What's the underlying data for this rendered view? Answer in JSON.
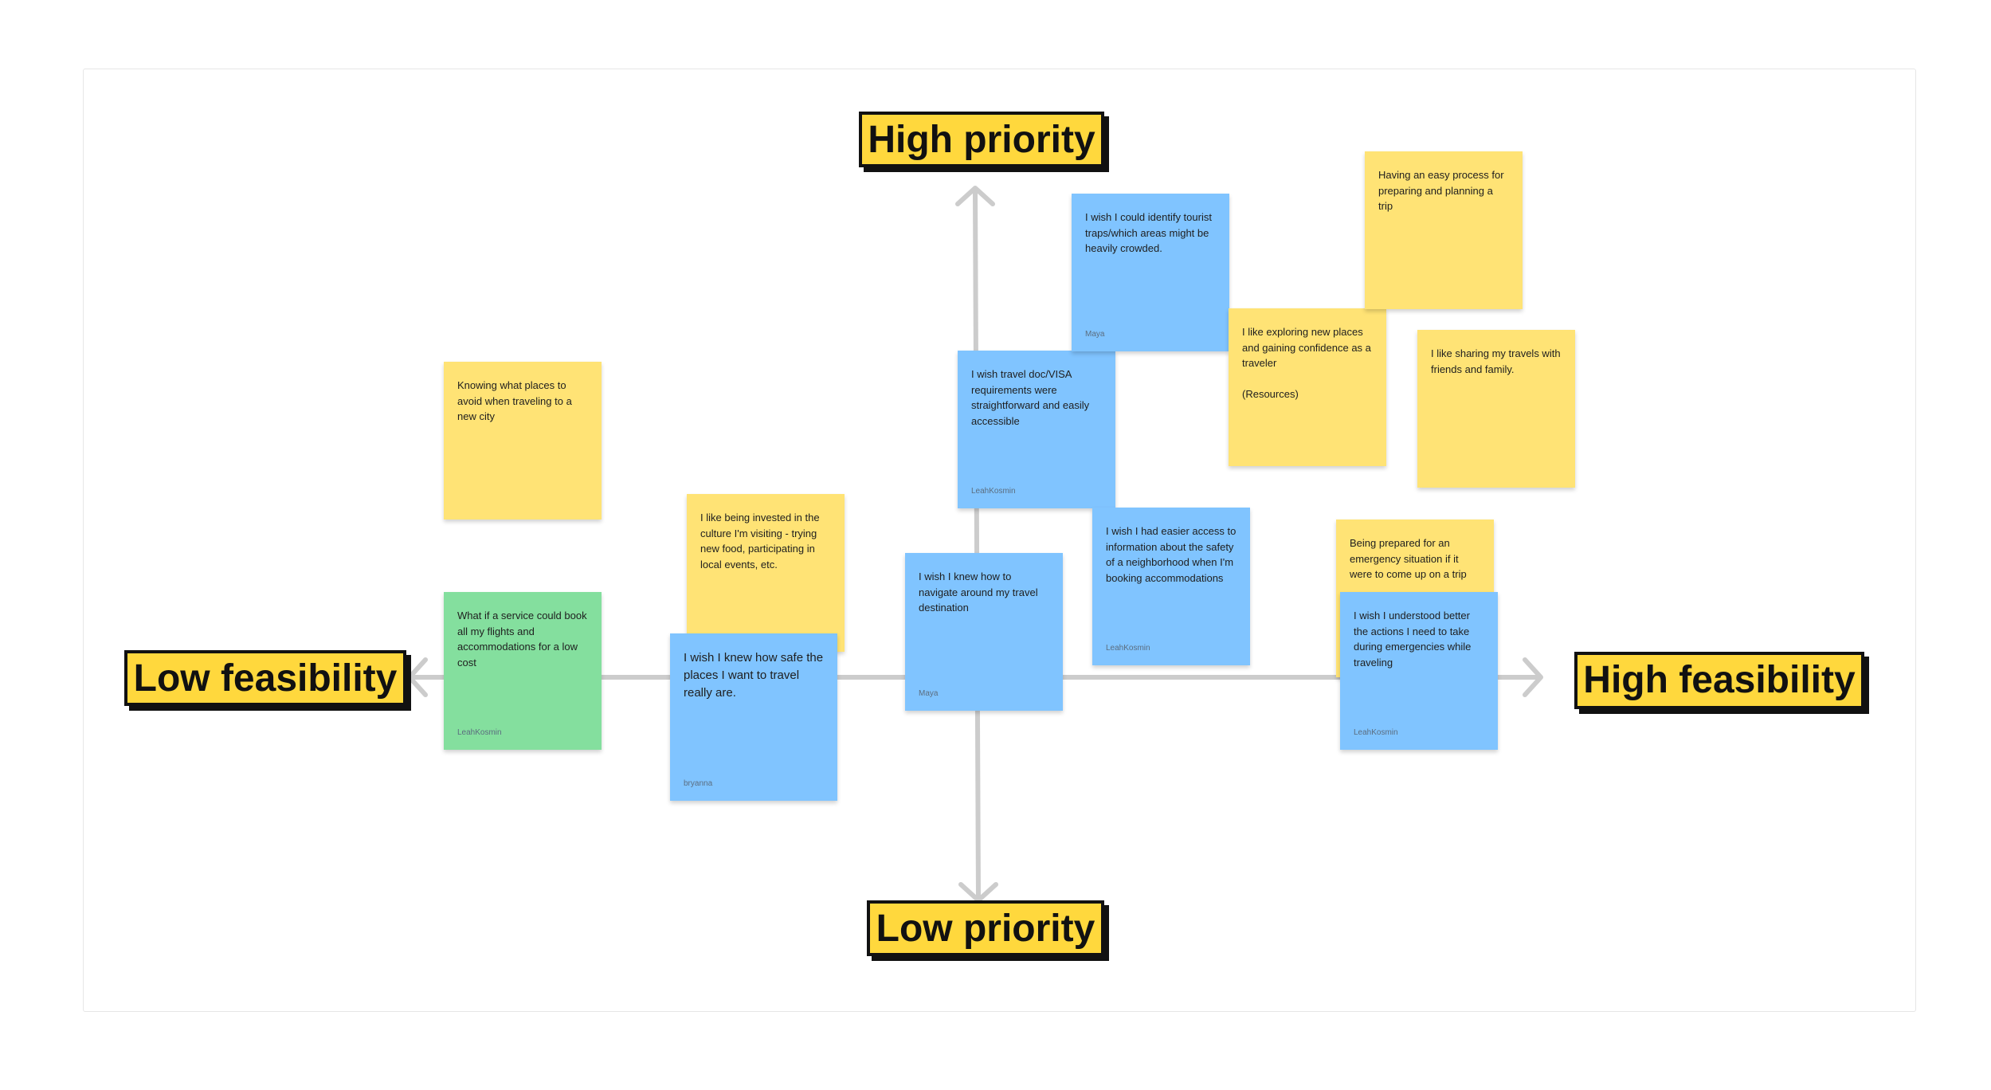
{
  "axes": {
    "top_label": "High priority",
    "bottom_label": "Low priority",
    "left_label": "Low feasibility",
    "right_label": "High feasibility",
    "line_color": "#cccccc",
    "label_color": "#ffd83d"
  },
  "notes": [
    {
      "id": "avoid-places",
      "color": "yellow",
      "text": "Knowing what places to avoid when traveling to a new city",
      "author": ""
    },
    {
      "id": "service-flights",
      "color": "green",
      "text": "What if a service could book all my flights and accommodations for a low cost",
      "author": "LeahKosmin"
    },
    {
      "id": "culture",
      "color": "yellow",
      "text": "I like being invested in the culture I'm visiting - trying new food, participating in local events, etc.",
      "author": ""
    },
    {
      "id": "safe-places",
      "color": "blue",
      "text": "I wish I knew how safe the places I want to travel really are.",
      "author": "bryanna"
    },
    {
      "id": "navigate",
      "color": "blue",
      "text": "I wish I knew how to navigate around my travel destination",
      "author": "Maya"
    },
    {
      "id": "visa",
      "color": "blue",
      "text": "I wish travel doc/VISA requirements were straightforward and easily accessible",
      "author": "LeahKosmin"
    },
    {
      "id": "tourist-traps",
      "color": "blue",
      "text": "I wish I could identify tourist traps/which areas might be heavily crowded.",
      "author": "Maya"
    },
    {
      "id": "neighborhood",
      "color": "blue",
      "text": "I wish I had easier access to information about the safety of a neighborhood when I'm booking accommodations",
      "author": "LeahKosmin"
    },
    {
      "id": "exploring",
      "color": "yellow",
      "text": "I like exploring new places and gaining confidence as a traveler\n\n(Resources)",
      "author": ""
    },
    {
      "id": "easy-process",
      "color": "yellow",
      "text": "Having an easy process for preparing and planning a trip",
      "author": ""
    },
    {
      "id": "sharing",
      "color": "yellow",
      "text": "I like sharing my travels with friends and family.",
      "author": ""
    },
    {
      "id": "emergency-prepared",
      "color": "yellow",
      "text": "Being prepared for an emergency situation if it were to come up on a trip",
      "author": ""
    },
    {
      "id": "emergency-actions",
      "color": "blue",
      "text": "I wish I understood better the actions I need to take during emergencies while traveling",
      "author": "LeahKosmin"
    }
  ]
}
